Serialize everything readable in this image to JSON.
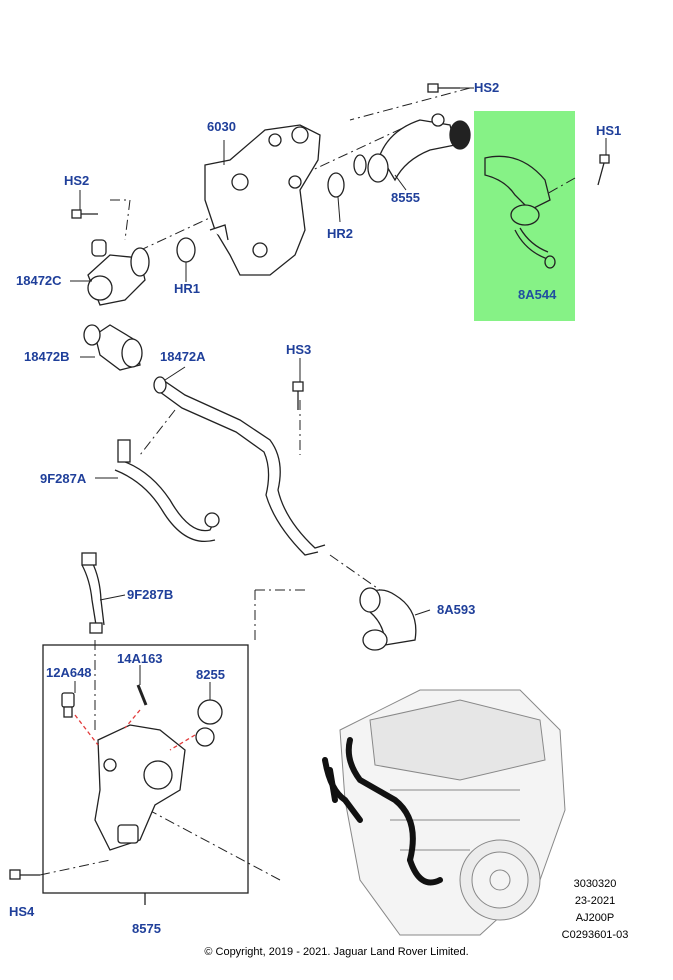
{
  "labels": {
    "hs2_top": "HS2",
    "hs1": "HS1",
    "p6030": "6030",
    "hs2_left": "HS2",
    "p8555": "8555",
    "hr2": "HR2",
    "p18472c": "18472C",
    "hr1": "HR1",
    "p8a544": "8A544",
    "hs3": "HS3",
    "p18472b": "18472B",
    "p18472a": "18472A",
    "p9f287a": "9F287A",
    "p9f287b": "9F287B",
    "p8a593": "8A593",
    "p12a648": "12A648",
    "p14a163": "14A163",
    "p8255": "8255",
    "hs4": "HS4",
    "p8575": "8575"
  },
  "meta": {
    "line1": "3030320",
    "line2": "23-2021",
    "line3": "AJ200P",
    "line4": "C0293601-03"
  },
  "copyright": "© Copyright, 2019 - 2021. Jaguar Land Rover Limited.",
  "colors": {
    "label": "#1f3f9a",
    "highlight": "#86f286",
    "line": "#222222",
    "leader_red": "#e23b3b"
  }
}
